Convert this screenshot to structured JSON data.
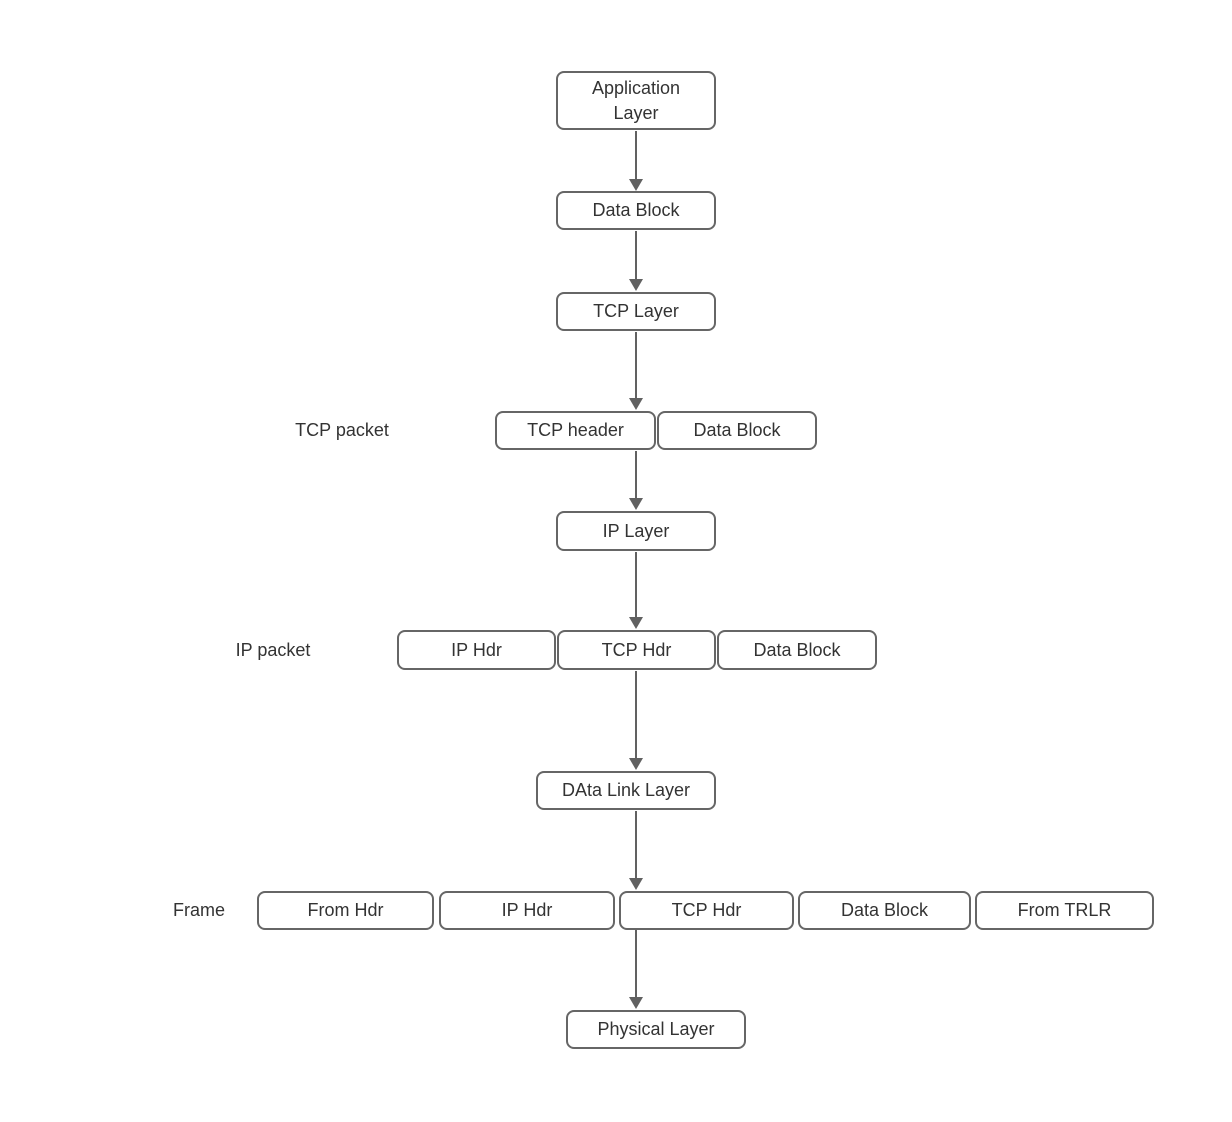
{
  "diagram": {
    "description": "TCP/IP encapsulation flow diagram",
    "colors": {
      "node_border": "#666666",
      "node_fill": "#ffffff",
      "text": "#333333",
      "arrow": "#616161",
      "background": "#ffffff"
    },
    "nodes": {
      "application_layer": {
        "label": "Application Layer"
      },
      "data_block_top": {
        "label": "Data Block"
      },
      "tcp_layer": {
        "label": "TCP Layer"
      },
      "ip_layer": {
        "label": "IP Layer"
      },
      "data_link_layer": {
        "label": "DAta Link Layer"
      },
      "physical_layer": {
        "label": "Physical Layer"
      }
    },
    "rows": {
      "tcp_packet": {
        "caption": "TCP packet",
        "cells": [
          "TCP header",
          "Data Block"
        ]
      },
      "ip_packet": {
        "caption": "IP packet",
        "cells": [
          "IP Hdr",
          "TCP Hdr",
          "Data Block"
        ]
      },
      "frame": {
        "caption": "Frame",
        "cells": [
          "From Hdr",
          "IP Hdr",
          "TCP Hdr",
          "Data Block",
          "From TRLR"
        ]
      }
    }
  }
}
